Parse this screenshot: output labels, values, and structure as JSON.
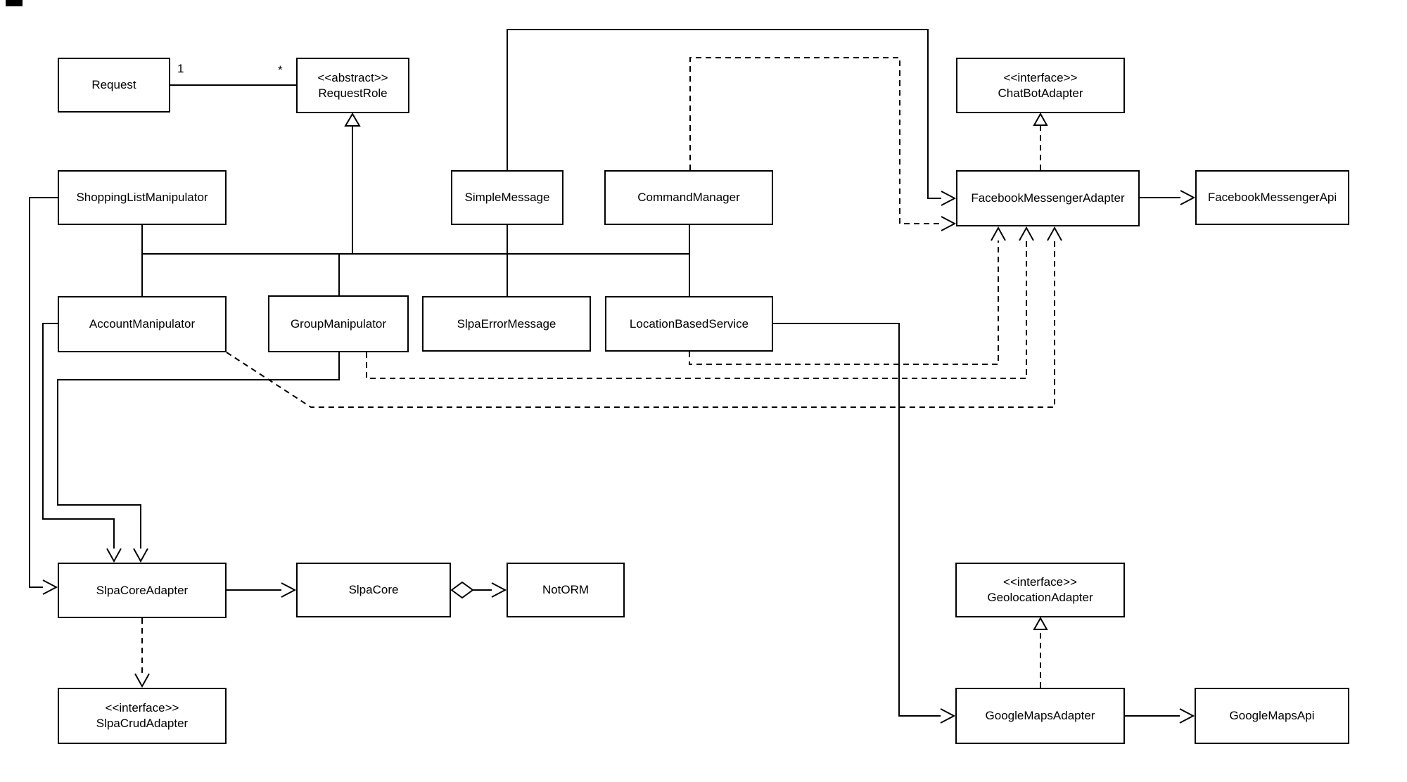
{
  "nodes": {
    "request": {
      "label": "Request"
    },
    "requestRole": {
      "stereotype": "<<abstract>>",
      "label": "RequestRole"
    },
    "chatBotAdapter": {
      "stereotype": "<<interface>>",
      "label": "ChatBotAdapter"
    },
    "shoppingListManipulator": {
      "label": "ShoppingListManipulator"
    },
    "simpleMessage": {
      "label": "SimpleMessage"
    },
    "commandManager": {
      "label": "CommandManager"
    },
    "facebookMessengerAdapter": {
      "label": "FacebookMessengerAdapter"
    },
    "facebookMessengerApi": {
      "label": "FacebookMessengerApi"
    },
    "accountManipulator": {
      "label": "AccountManipulator"
    },
    "groupManipulator": {
      "label": "GroupManipulator"
    },
    "slpaErrorMessage": {
      "label": "SlpaErrorMessage"
    },
    "locationBasedService": {
      "label": "LocationBasedService"
    },
    "slpaCoreAdapter": {
      "label": "SlpaCoreAdapter"
    },
    "slpaCore": {
      "label": "SlpaCore"
    },
    "notOrm": {
      "label": "NotORM"
    },
    "slpaCrudAdapter": {
      "stereotype": "<<interface>>",
      "label": "SlpaCrudAdapter"
    },
    "geolocationAdapter": {
      "stereotype": "<<interface>>",
      "label": "GeolocationAdapter"
    },
    "googleMapsAdapter": {
      "label": "GoogleMapsAdapter"
    },
    "googleMapsApi": {
      "label": "GoogleMapsApi"
    }
  },
  "association": {
    "from": "Request",
    "to": "RequestRole",
    "multiplicity_from": "1",
    "multiplicity_to": "*"
  },
  "edges": [
    {
      "from": "Request",
      "to": "RequestRole",
      "type": "association",
      "mult_from": "1",
      "mult_to": "*"
    },
    {
      "from": "ShoppingListManipulator",
      "to": "RequestRole",
      "type": "generalization"
    },
    {
      "from": "AccountManipulator",
      "to": "RequestRole",
      "type": "generalization"
    },
    {
      "from": "GroupManipulator",
      "to": "RequestRole",
      "type": "generalization"
    },
    {
      "from": "SimpleMessage",
      "to": "RequestRole",
      "type": "generalization"
    },
    {
      "from": "CommandManager",
      "to": "RequestRole",
      "type": "generalization"
    },
    {
      "from": "SlpaErrorMessage",
      "to": "SimpleMessage",
      "type": "generalization-branch"
    },
    {
      "from": "LocationBasedService",
      "to": "CommandManager",
      "type": "generalization-branch"
    },
    {
      "from": "SimpleMessage",
      "to": "FacebookMessengerAdapter",
      "type": "directed-association"
    },
    {
      "from": "CommandManager",
      "to": "FacebookMessengerAdapter",
      "type": "dependency-dashed"
    },
    {
      "from": "LocationBasedService",
      "to": "FacebookMessengerAdapter",
      "type": "dependency-dashed"
    },
    {
      "from": "GroupManipulator",
      "to": "FacebookMessengerAdapter",
      "type": "dependency-dashed"
    },
    {
      "from": "AccountManipulator",
      "to": "FacebookMessengerAdapter",
      "type": "dependency-dashed"
    },
    {
      "from": "FacebookMessengerAdapter",
      "to": "ChatBotAdapter",
      "type": "realization"
    },
    {
      "from": "FacebookMessengerAdapter",
      "to": "FacebookMessengerApi",
      "type": "directed-association"
    },
    {
      "from": "ShoppingListManipulator",
      "to": "SlpaCoreAdapter",
      "type": "directed-association"
    },
    {
      "from": "AccountManipulator",
      "to": "SlpaCoreAdapter",
      "type": "directed-association"
    },
    {
      "from": "GroupManipulator",
      "to": "SlpaCoreAdapter",
      "type": "directed-association"
    },
    {
      "from": "SlpaCoreAdapter",
      "to": "SlpaCore",
      "type": "directed-association"
    },
    {
      "from": "SlpaCore",
      "to": "NotORM",
      "type": "aggregation"
    },
    {
      "from": "SlpaCoreAdapter",
      "to": "SlpaCrudAdapter",
      "type": "realization"
    },
    {
      "from": "LocationBasedService",
      "to": "GoogleMapsAdapter",
      "type": "directed-association"
    },
    {
      "from": "GoogleMapsAdapter",
      "to": "GeolocationAdapter",
      "type": "realization"
    },
    {
      "from": "GoogleMapsAdapter",
      "to": "GoogleMapsApi",
      "type": "directed-association"
    }
  ]
}
